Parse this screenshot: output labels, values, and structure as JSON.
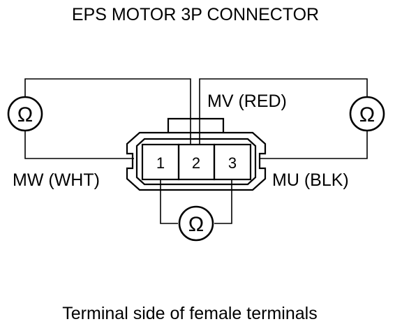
{
  "title": "EPS MOTOR 3P CONNECTOR",
  "caption": "Terminal side of female terminals",
  "connector": {
    "terminals": [
      {
        "pin": "1",
        "wire": "MW (WHT)"
      },
      {
        "pin": "2",
        "wire": "MV (RED)"
      },
      {
        "pin": "3",
        "wire": "MU (BLK)"
      }
    ]
  },
  "meters": [
    {
      "symbol": "Ω",
      "between": [
        "2",
        "1"
      ]
    },
    {
      "symbol": "Ω",
      "between": [
        "2",
        "3"
      ]
    },
    {
      "symbol": "Ω",
      "between": [
        "1",
        "3"
      ]
    }
  ],
  "colors": {
    "line": "#000000",
    "background": "#ffffff"
  }
}
